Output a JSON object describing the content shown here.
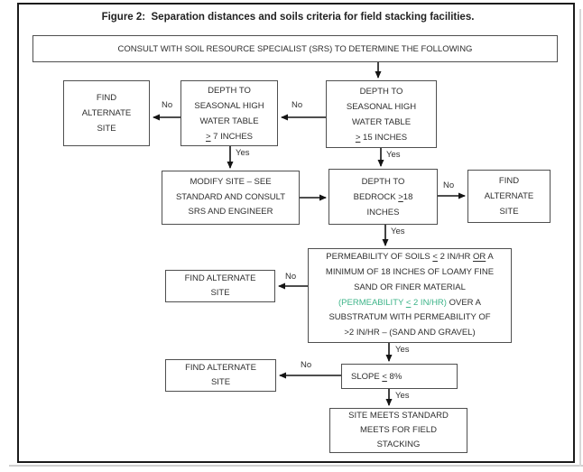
{
  "title": "Figure 2:  Separation distances and soils criteria for field stacking facilities.",
  "colors": {
    "green": "#3eb489",
    "box_border": "#4f4f4f",
    "line": "#141414",
    "text": "#2e2e2e"
  },
  "labels": {
    "yes": "Yes",
    "no": "No"
  },
  "boxes": {
    "consult": {
      "lines": [
        [
          {
            "t": "CONSULT WITH SOIL RESOURCE SPECIALIST (SRS) TO DETERMINE THE FOLLOWING"
          }
        ]
      ]
    },
    "find_alternate_1": {
      "lines": [
        [
          {
            "t": "FIND"
          }
        ],
        [
          {
            "t": "ALTERNATE"
          }
        ],
        [
          {
            "t": "SITE"
          }
        ]
      ]
    },
    "water_table_7": {
      "lines": [
        [
          {
            "t": "DEPTH TO"
          }
        ],
        [
          {
            "t": "SEASONAL HIGH"
          }
        ],
        [
          {
            "t": "WATER TABLE"
          }
        ],
        [
          {
            "t": ">",
            "u": true
          },
          {
            "t": " 7 INCHES"
          }
        ]
      ]
    },
    "water_table_15": {
      "lines": [
        [
          {
            "t": "DEPTH TO"
          }
        ],
        [
          {
            "t": "SEASONAL HIGH"
          }
        ],
        [
          {
            "t": "WATER TABLE"
          }
        ],
        [
          {
            "t": ">",
            "u": true
          },
          {
            "t": " 15 INCHES"
          }
        ]
      ]
    },
    "modify_site": {
      "lines": [
        [
          {
            "t": "MODIFY SITE – SEE"
          }
        ],
        [
          {
            "t": "STANDARD AND CONSULT"
          }
        ],
        [
          {
            "t": "SRS AND ENGINEER"
          }
        ]
      ]
    },
    "bedrock": {
      "lines": [
        [
          {
            "t": "DEPTH TO"
          }
        ],
        [
          {
            "t": "BEDROCK "
          },
          {
            "t": ">",
            "u": true
          },
          {
            "t": "18"
          }
        ],
        [
          {
            "t": "INCHES"
          }
        ]
      ]
    },
    "find_alternate_2": {
      "lines": [
        [
          {
            "t": "FIND"
          }
        ],
        [
          {
            "t": "ALTERNATE"
          }
        ],
        [
          {
            "t": "SITE"
          }
        ]
      ]
    },
    "permeability": {
      "lines": [
        [
          {
            "t": "PERMEABILITY OF SOILS "
          },
          {
            "t": "<",
            "u": true
          },
          {
            "t": " 2 IN/HR "
          },
          {
            "t": "OR",
            "u": true
          },
          {
            "t": " A"
          }
        ],
        [
          {
            "t": "MINIMUM OF 18 INCHES OF LOAMY FINE"
          }
        ],
        [
          {
            "t": "SAND OR FINER MATERIAL"
          }
        ],
        [
          {
            "t": "(PERMEABILITY ",
            "g": true
          },
          {
            "t": "<",
            "u": true,
            "g": true
          },
          {
            "t": " 2 IN/HR)",
            "g": true
          },
          {
            "t": " OVER A"
          }
        ],
        [
          {
            "t": "SUBSTRATUM WITH PERMEABILITY OF"
          }
        ],
        [
          {
            "t": ">2 IN/HR – (SAND AND GRAVEL)"
          }
        ]
      ]
    },
    "find_alternate_3": {
      "lines": [
        [
          {
            "t": "FIND ALTERNATE"
          }
        ],
        [
          {
            "t": "SITE"
          }
        ]
      ]
    },
    "slope": {
      "lines": [
        [
          {
            "t": "SLOPE "
          },
          {
            "t": "<",
            "u": true
          },
          {
            "t": " 8%"
          }
        ]
      ]
    },
    "find_alternate_4": {
      "lines": [
        [
          {
            "t": "FIND ALTERNATE"
          }
        ],
        [
          {
            "t": "SITE"
          }
        ]
      ]
    },
    "site_meets": {
      "lines": [
        [
          {
            "t": "SITE MEETS STANDARD"
          }
        ],
        [
          {
            "t": "MEETS FOR FIELD"
          }
        ],
        [
          {
            "t": "STACKING"
          }
        ]
      ]
    }
  }
}
